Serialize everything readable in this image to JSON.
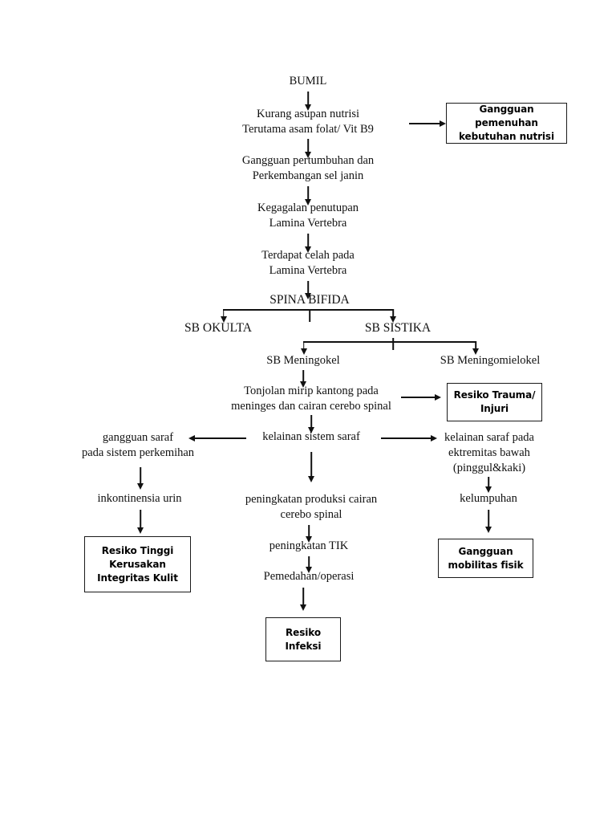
{
  "chart_data": {
    "type": "diagram",
    "title": "Pathway Spina Bifida",
    "nodes": [
      {
        "id": "bumil",
        "label": "BUMIL",
        "style": "plain"
      },
      {
        "id": "kurang_asupan",
        "label": "Kurang asupan nutrisi\nTerutama asam folat/ Vit B9",
        "style": "plain"
      },
      {
        "id": "gangguan_pemenuhan",
        "label": "Gangguan pemenuhan\nkebutuhan nutrisi",
        "style": "boxed"
      },
      {
        "id": "gangguan_pertumbuhan",
        "label": "Gangguan pertumbuhan dan\nPerkembangan sel janin",
        "style": "plain"
      },
      {
        "id": "kegagalan",
        "label": "Kegagalan penutupan\nLamina Vertebra",
        "style": "plain"
      },
      {
        "id": "terdapat_celah",
        "label": "Terdapat celah pada\nLamina Vertebra",
        "style": "plain"
      },
      {
        "id": "spina_bifida",
        "label": "SPINA BIFIDA",
        "style": "plain"
      },
      {
        "id": "sb_okulta",
        "label": "SB OKULTA",
        "style": "plain"
      },
      {
        "id": "sb_sistika",
        "label": "SB SISTIKA",
        "style": "plain"
      },
      {
        "id": "sb_meningokel",
        "label": "SB Meningokel",
        "style": "plain"
      },
      {
        "id": "sb_meningomielokel",
        "label": "SB Meningomielokel",
        "style": "plain"
      },
      {
        "id": "tonjolan",
        "label": "Tonjolan mirip kantong pada\nmeninges dan cairan cerebo spinal",
        "style": "plain"
      },
      {
        "id": "resiko_trauma",
        "label": "Resiko Trauma/\nInjuri",
        "style": "boxed"
      },
      {
        "id": "gangguan_saraf_kemih",
        "label": "gangguan saraf\npada sistem perkemihan",
        "style": "plain"
      },
      {
        "id": "kelainan_sistem_saraf",
        "label": "kelainan sistem saraf",
        "style": "plain"
      },
      {
        "id": "kelainan_saraf_ekstremitas",
        "label": "kelainan saraf pada\nektremitas bawah\n(pinggul&kaki)",
        "style": "plain"
      },
      {
        "id": "inkontinensia",
        "label": "inkontinensia urin",
        "style": "plain"
      },
      {
        "id": "peningkatan_cairan",
        "label": "peningkatan produksi cairan\ncerebo spinal",
        "style": "plain"
      },
      {
        "id": "kelumpuhan",
        "label": "kelumpuhan",
        "style": "plain"
      },
      {
        "id": "resiko_tinggi_kulit",
        "label": "Resiko Tinggi\nKerusakan\nIntegritas Kulit",
        "style": "boxed"
      },
      {
        "id": "peningkatan_tik",
        "label": "peningkatan TIK",
        "style": "plain"
      },
      {
        "id": "gangguan_mobilitas",
        "label": "Gangguan\nmobilitas fisik",
        "style": "boxed"
      },
      {
        "id": "pemedahan",
        "label": "Pemedahan/operasi",
        "style": "plain"
      },
      {
        "id": "resiko_infeksi",
        "label": "Resiko\nInfeksi",
        "style": "boxed"
      }
    ],
    "edges": [
      {
        "from": "bumil",
        "to": "kurang_asupan",
        "direction": "down"
      },
      {
        "from": "kurang_asupan",
        "to": "gangguan_pemenuhan",
        "direction": "right"
      },
      {
        "from": "kurang_asupan",
        "to": "gangguan_pertumbuhan",
        "direction": "down"
      },
      {
        "from": "gangguan_pertumbuhan",
        "to": "kegagalan",
        "direction": "down"
      },
      {
        "from": "kegagalan",
        "to": "terdapat_celah",
        "direction": "down"
      },
      {
        "from": "terdapat_celah",
        "to": "spina_bifida",
        "direction": "down"
      },
      {
        "from": "spina_bifida",
        "to": "sb_okulta",
        "direction": "down-split"
      },
      {
        "from": "spina_bifida",
        "to": "sb_sistika",
        "direction": "down-split"
      },
      {
        "from": "sb_sistika",
        "to": "sb_meningokel",
        "direction": "down-split"
      },
      {
        "from": "sb_sistika",
        "to": "sb_meningomielokel",
        "direction": "down-split"
      },
      {
        "from": "sb_meningokel",
        "to": "tonjolan",
        "direction": "down"
      },
      {
        "from": "tonjolan",
        "to": "resiko_trauma",
        "direction": "right"
      },
      {
        "from": "tonjolan",
        "to": "kelainan_sistem_saraf",
        "direction": "down"
      },
      {
        "from": "kelainan_sistem_saraf",
        "to": "gangguan_saraf_kemih",
        "direction": "left"
      },
      {
        "from": "kelainan_sistem_saraf",
        "to": "kelainan_saraf_ekstremitas",
        "direction": "right"
      },
      {
        "from": "kelainan_sistem_saraf",
        "to": "peningkatan_cairan",
        "direction": "down"
      },
      {
        "from": "gangguan_saraf_kemih",
        "to": "inkontinensia",
        "direction": "down"
      },
      {
        "from": "inkontinensia",
        "to": "resiko_tinggi_kulit",
        "direction": "down"
      },
      {
        "from": "peningkatan_cairan",
        "to": "peningkatan_tik",
        "direction": "down"
      },
      {
        "from": "peningkatan_tik",
        "to": "pemedahan",
        "direction": "down"
      },
      {
        "from": "pemedahan",
        "to": "resiko_infeksi",
        "direction": "down"
      },
      {
        "from": "kelainan_saraf_ekstremitas",
        "to": "kelumpuhan",
        "direction": "down"
      },
      {
        "from": "kelumpuhan",
        "to": "gangguan_mobilitas",
        "direction": "down"
      }
    ],
    "colors": {
      "stroke": "#111111",
      "text": "#111111",
      "box_border": "#1a1a1a",
      "background": "#ffffff"
    }
  },
  "flow": {
    "bumil": "BUMIL",
    "kurang_asupan": "Kurang asupan nutrisi\nTerutama asam folat/ Vit B9",
    "gangguan_pemenuhan": "Gangguan pemenuhan\nkebutuhan nutrisi",
    "gangguan_pertumbuhan": "Gangguan pertumbuhan dan\nPerkembangan sel janin",
    "kegagalan": "Kegagalan penutupan\nLamina Vertebra",
    "terdapat_celah": "Terdapat celah pada\nLamina Vertebra",
    "spina_bifida": "SPINA BIFIDA",
    "sb_okulta": "SB OKULTA",
    "sb_sistika": "SB SISTIKA",
    "sb_meningokel": "SB Meningokel",
    "sb_meningomielokel": "SB Meningomielokel",
    "tonjolan": "Tonjolan mirip kantong pada\nmeninges dan cairan cerebo spinal",
    "resiko_trauma": "Resiko Trauma/\nInjuri",
    "gangguan_saraf_kemih": "gangguan saraf\npada sistem perkemihan",
    "kelainan_sistem_saraf": "kelainan sistem saraf",
    "kelainan_saraf_ekstremitas": "kelainan saraf pada\nektremitas bawah\n(pinggul&kaki)",
    "inkontinensia": "inkontinensia urin",
    "peningkatan_cairan": "peningkatan produksi cairan\ncerebo spinal",
    "kelumpuhan": "kelumpuhan",
    "resiko_tinggi_kulit": "Resiko Tinggi\nKerusakan\nIntegritas Kulit",
    "peningkatan_tik": "peningkatan TIK",
    "gangguan_mobilitas": "Gangguan\nmobilitas fisik",
    "pemedahan": "Pemedahan/operasi",
    "resiko_infeksi": "Resiko\nInfeksi"
  }
}
